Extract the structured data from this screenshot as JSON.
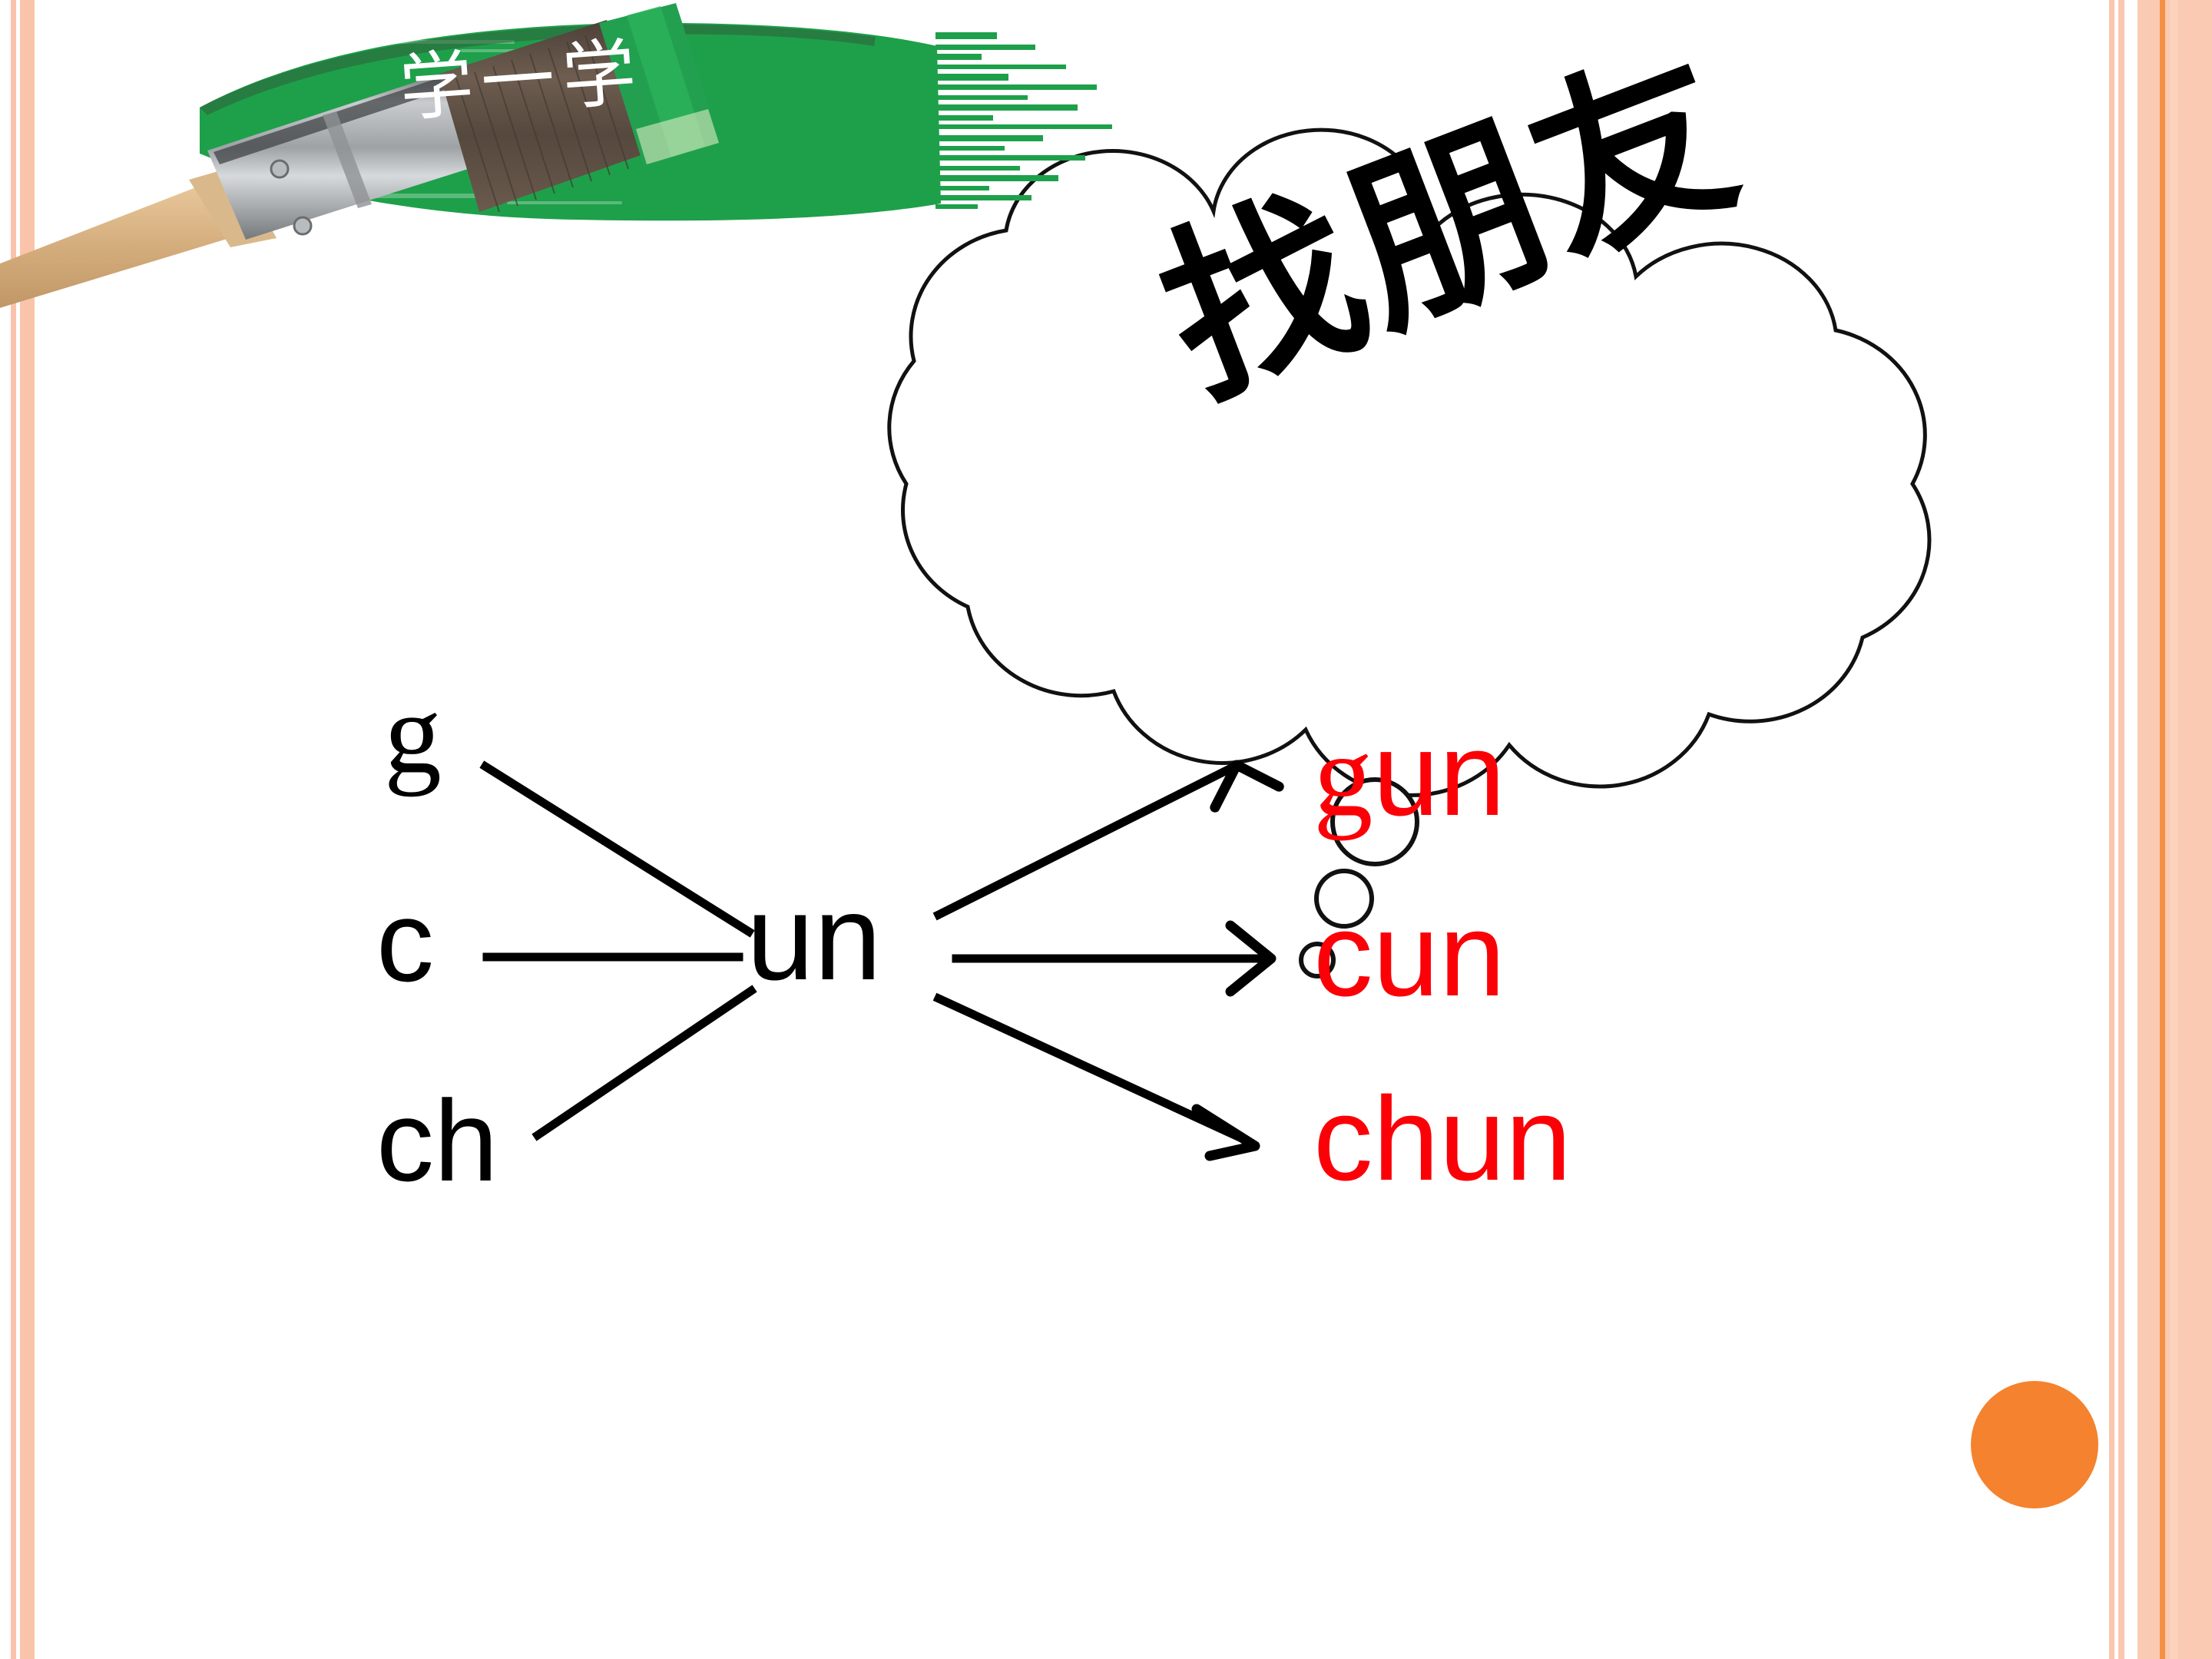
{
  "slide": {
    "title": "找朋友",
    "section_label": "学一学",
    "background_color": "#ffffff"
  },
  "colors": {
    "brush_stroke_green": "#1ea04a",
    "section_label_text": "#ffffff",
    "title_text": "#000000",
    "result_red": "#fb0007",
    "accent_orange": "#f5822e",
    "border_peach": "#fac4ab",
    "border_orange_line": "#f58f46"
  },
  "diagram": {
    "type": "pinyin-combination",
    "initials": [
      {
        "id": "g",
        "label": "g",
        "font": "serif"
      },
      {
        "id": "c",
        "label": "c",
        "font": "sans"
      },
      {
        "id": "ch",
        "label": "ch",
        "font": "sans"
      }
    ],
    "final": {
      "id": "un",
      "label": "un",
      "font": "sans"
    },
    "results": [
      {
        "id": "gun",
        "initial": "g",
        "final": "un",
        "head": "g",
        "tail": "un"
      },
      {
        "id": "cun",
        "initial": "c",
        "final": "un",
        "head": "c",
        "tail": "un"
      },
      {
        "id": "chun",
        "initial": "ch",
        "final": "un",
        "head": "ch",
        "tail": "un"
      }
    ],
    "connector_note": "initials join un, arrows point right to combined syllables"
  },
  "decor": {
    "brush_icon": "paintbrush-icon",
    "cloud_icon": "thought-cloud-icon",
    "dot_icon": "orange-circle-icon",
    "thought_tail_bubbles": 3
  }
}
